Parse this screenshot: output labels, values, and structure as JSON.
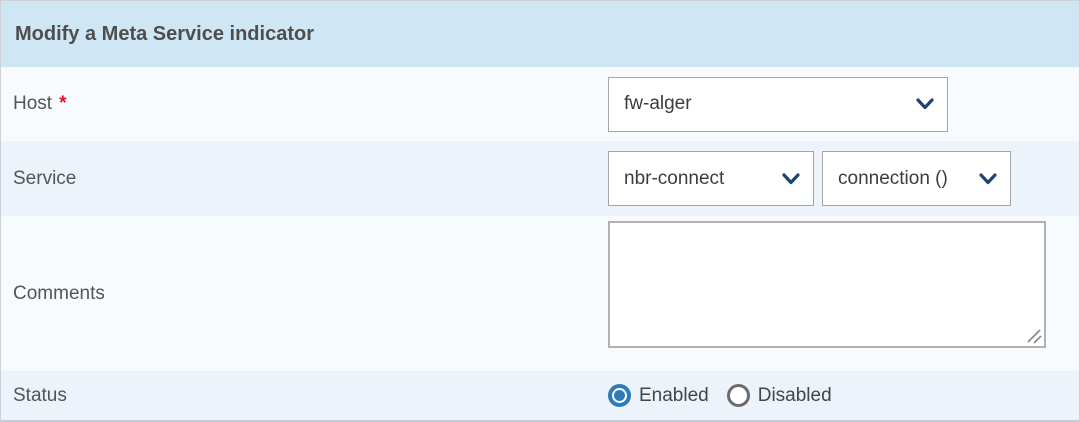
{
  "form": {
    "title": "Modify a Meta Service indicator",
    "rows": {
      "host": {
        "label": "Host",
        "required_marker": "*",
        "value": "fw-alger"
      },
      "service": {
        "label": "Service",
        "service_value": "nbr-connect",
        "indicator_value": "connection ()"
      },
      "comments": {
        "label": "Comments",
        "value": "",
        "placeholder": ""
      },
      "status": {
        "label": "Status",
        "selected": "Enabled",
        "options": [
          {
            "label": "Enabled",
            "selected": true
          },
          {
            "label": "Disabled",
            "selected": false
          }
        ]
      }
    },
    "icons": {
      "select_chevron": "chevron-down",
      "textarea_grip": "resize-grip"
    },
    "colors": {
      "header_bg": "#cfe7f4",
      "row_light": "#f8fbfe",
      "row_tint": "#ecf3fa",
      "radio_selected": "#2d7bb9",
      "chevron": "#1e4370",
      "required_red": "#e8112d",
      "select_border": "#a6a6a6"
    }
  }
}
